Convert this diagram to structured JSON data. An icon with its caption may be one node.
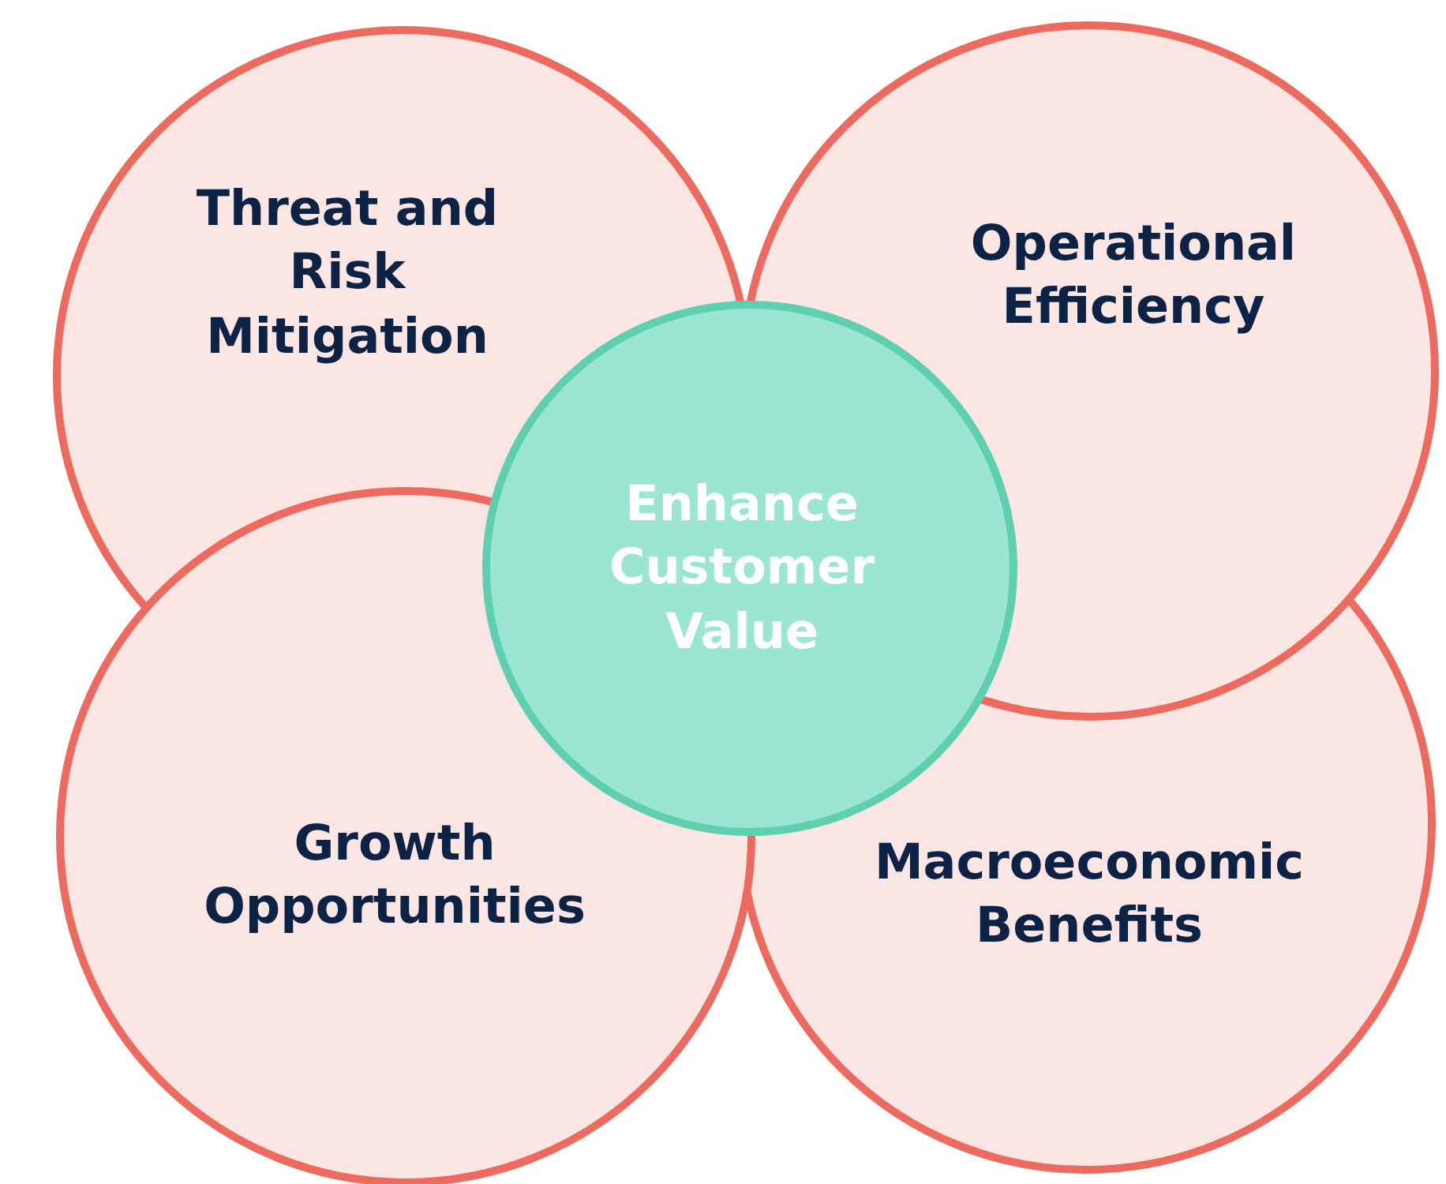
{
  "diagram": {
    "nodes": [
      {
        "text": [
          "Threat and Risk Mitigation"
        ]
      },
      {
        "text": [
          "Operational Efficiency"
        ]
      },
      {
        "text": [
          "Macroeconomic Benefits"
        ]
      },
      {
        "text": [
          "Growth Opportunities"
        ]
      },
      {
        "text": [
          "Enhance Customer Value"
        ]
      }
    ]
  }
}
